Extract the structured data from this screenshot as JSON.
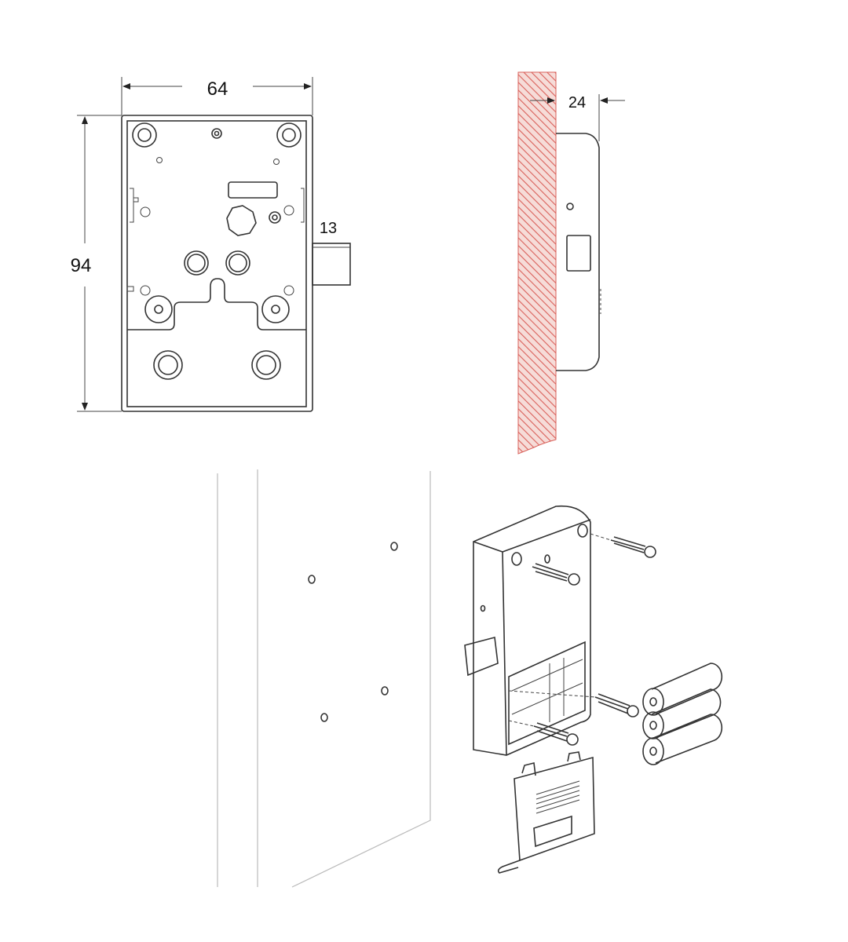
{
  "dimensions": {
    "width": "64",
    "height": "94",
    "bolt_throw": "13",
    "depth": "24"
  },
  "colors": {
    "wall_hatch": "#d9605a",
    "line": "#333333"
  }
}
